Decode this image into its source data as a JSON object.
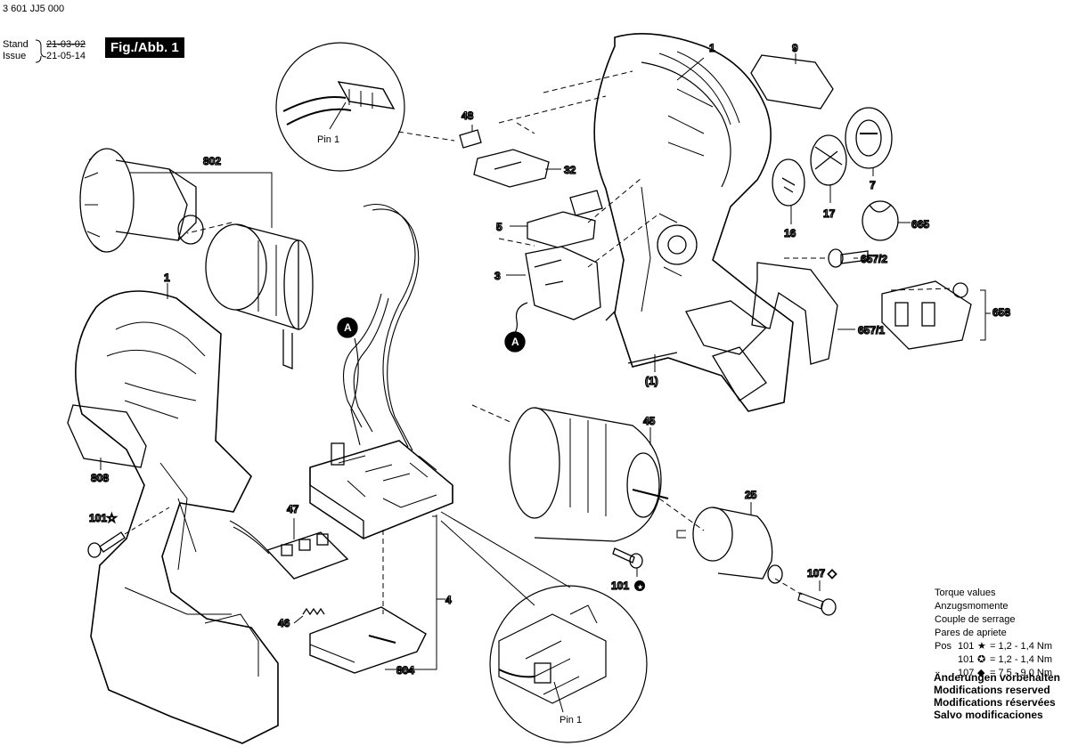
{
  "header": {
    "doc_number": "3 601 JJ5 000",
    "stand_label": "Stand",
    "stand_date": "21-03-02",
    "issue_label": "Issue",
    "issue_date": "21-05-14",
    "figure_tag": "Fig./Abb. 1"
  },
  "callouts": {
    "c1_top": "1",
    "c9": "9",
    "c48": "48",
    "c32": "32",
    "c7": "7",
    "c17": "17",
    "c16": "16",
    "c665": "665",
    "c5": "5",
    "c3": "3",
    "c657_2": "657/2",
    "c658": "658",
    "c657_1": "657/1",
    "c1_paren": "(1)",
    "c802": "802",
    "c1_left": "1",
    "c808": "808",
    "c101_star": "101★",
    "c47": "47",
    "c46": "46",
    "c804": "804",
    "c4": "4",
    "c45": "45",
    "c25": "25",
    "c101_circ": "101",
    "c107": "107 ◆",
    "pin1_top": "Pin 1",
    "pin1_bottom": "Pin 1",
    "connector_a1": "A",
    "connector_a2": "A"
  },
  "torque_legend": {
    "title_lines": [
      "Torque values",
      "Anzugsmomente",
      "Couple de serrage",
      "Pares de apriete"
    ],
    "pos_label": "Pos",
    "rows": [
      {
        "pos": "101",
        "symbol": "★",
        "value": "= 1,2 - 1,4 Nm"
      },
      {
        "pos": "101",
        "symbol": "✪",
        "value": "= 1,2 - 1,4 Nm"
      },
      {
        "pos": "107",
        "symbol": "◆",
        "value": "= 7,5 - 9,0 Nm"
      }
    ]
  },
  "notes": [
    "Änderungen vorbehalten",
    "Modifications reserved",
    "Modifications réservées",
    "Salvo modificaciones"
  ]
}
